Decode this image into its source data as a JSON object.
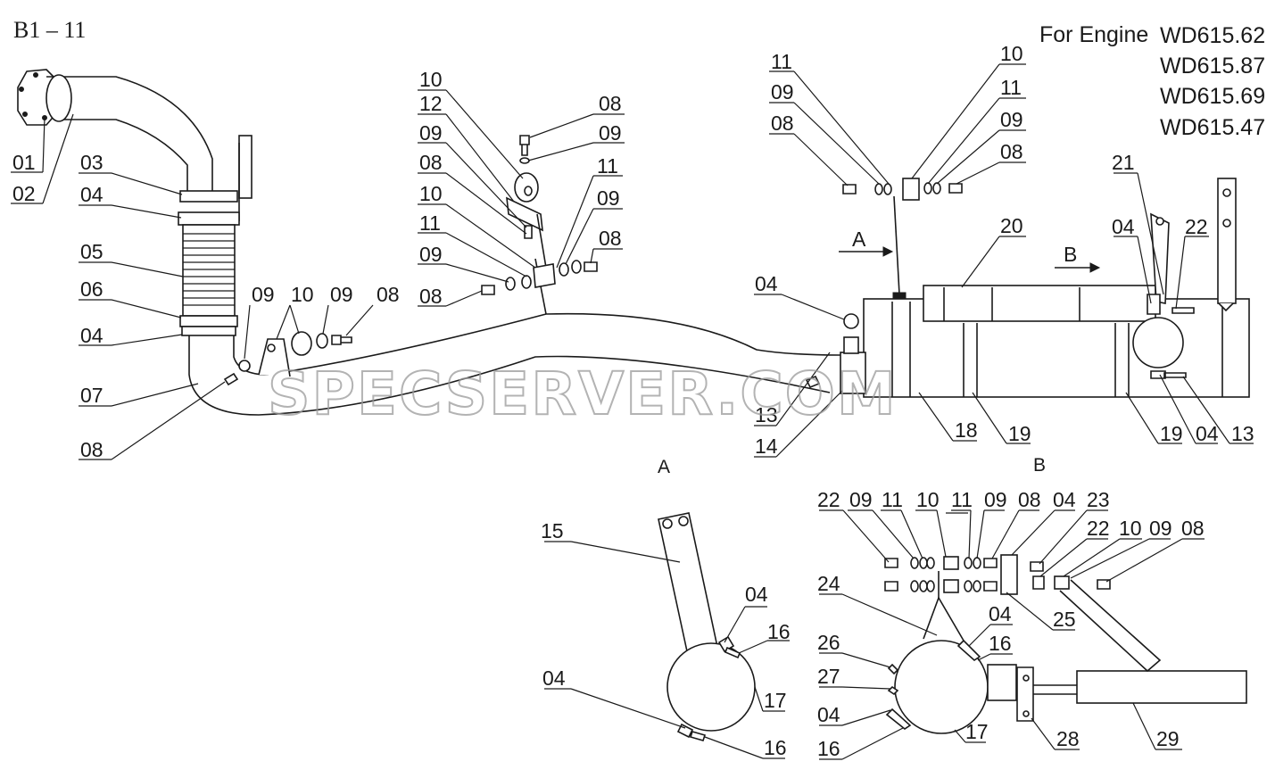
{
  "title": "B1 – 11",
  "engine": {
    "prefix": "For Engine",
    "models": [
      "WD615.62",
      "WD615.87",
      "WD615.69",
      "WD615.47"
    ]
  },
  "watermark": "SPECSERVER.COM",
  "view_labels": {
    "a_arrow": "A",
    "b_arrow": "B",
    "a_caption": "A",
    "b_caption": "B"
  },
  "part_numbers": [
    "01",
    "02",
    "03",
    "04",
    "05",
    "06",
    "04",
    "07",
    "08",
    "09",
    "10",
    "09",
    "08",
    "10",
    "12",
    "09",
    "08",
    "10",
    "11",
    "09",
    "08",
    "08",
    "09",
    "11",
    "09",
    "08",
    "11",
    "09",
    "08",
    "10",
    "11",
    "09",
    "08",
    "04",
    "13",
    "14",
    "20",
    "18",
    "19",
    "19",
    "04",
    "13",
    "21",
    "04",
    "22",
    "15",
    "04",
    "16",
    "17",
    "04",
    "16",
    "22",
    "09",
    "11",
    "10",
    "11",
    "09",
    "08",
    "04",
    "23",
    "22",
    "10",
    "09",
    "08",
    "24",
    "25",
    "04",
    "16",
    "26",
    "27",
    "04",
    "16",
    "17",
    "28",
    "29"
  ]
}
